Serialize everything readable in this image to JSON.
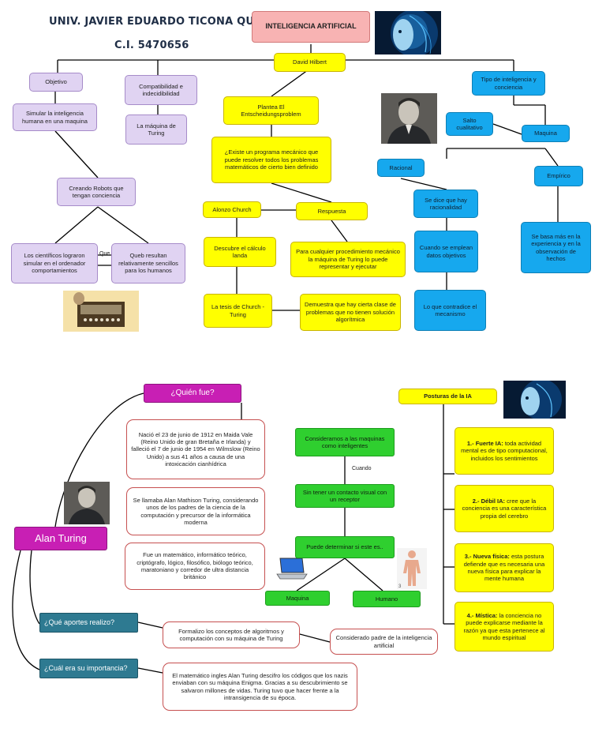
{
  "header": {
    "author": "UNIV. JAVIER EDUARDO TICONA QUISPE",
    "ci": "C.I. 5470656"
  },
  "top": {
    "title": "INTELIGENCIA ARTIFICIAL",
    "hilbert": "David Hilbert",
    "objetivo": "Objetivo",
    "simular": "Simular la inteligencia humana en una maquina",
    "creando": "Creando Robots que tengan conciencia",
    "cientificos": "Los científicos lograron simular en el ordenador comportamientos",
    "que": "Que",
    "queb": "Queb resultan relativamente sencillos para los humanos",
    "compat": "Compatibilidad e indecidibilidad",
    "maquina_turing": "La máquina de Turing",
    "plantea": "Plantea El Entscheidungsproblem",
    "existe": "¿Existe un programa mecánico que puede resolver todos los problemas matemáticos de cierto bien definido",
    "alonzo": "Alonzo Church",
    "respuesta": "Respuesta",
    "descubre": "Descubre el cálculo landa",
    "para_cualquier": "Para cualquier procedimiento mecánico la máquina de Turing lo puede representar y ejecutar",
    "tesis": "La tesis de Church - Turing",
    "demuestra": "Demuestra que hay cierta clase de problemas que no tienen solución algorítmica",
    "tipo": "Tipo de inteligencia y conciencia",
    "salto": "Salto cualitativo",
    "maquina": "Maquina",
    "racional": "Racional",
    "empirico": "Empírico",
    "se_dice": "Se dice que hay racionalidad",
    "cuando_se": "Cuando se emplean datos objetivos",
    "lo_que": "Lo que contradice el mecanismo",
    "se_basa": "Se basa más en la experiencia y en la observación de hechos"
  },
  "bottom": {
    "alan": "Alan Turing",
    "quien": "¿Quién fue?",
    "q_aportes": "¿Qué aportes realizo?",
    "q_importancia": "¿Cuál era su importancia?",
    "nacio": "Nació el 23 de junio de 1912 en Maida Vale (Reino Unido de gran Bretaña e Irlanda) y falleció el 7 de junio de 1954 en Wilmslow (Reino Unido) a sus 41 años a causa de una intoxicación cianhídrica",
    "sellamaba": "Se llamaba Alan Mathison Turing, considerando unos de los padres de la ciencia de la computación y precursor de la informática moderna",
    "fue_un": "Fue un matemático, informático teórico, criptógrafo, lógico, filosófico, biólogo teórico, maratoniano y corredor de ultra distancia británico",
    "formalizo": "Formalizo los conceptos de algoritmos y computación con su máquina de Turing",
    "considerado": "Considerado padre de la inteligencia artificial",
    "matematico": "El matemático ingles Alan Turing descifro los códigos que los nazis enviaban con su máquina Enigma. Gracias a su descubrimiento se salvaron millones de vidas. Turing tuvo que hacer frente a la intransigencia de su época.",
    "consideramos": "Consideramos a las maquinas como inteligentes",
    "cuando": "Cuando",
    "sin_tener": "Sin tener un contacto visual con un receptor",
    "puede": "Puede determinar si este es..",
    "g_maquina": "Maquina",
    "g_humano": "Humano",
    "posturas": "Posturas de la IA",
    "p1_t": "1.- Fuerte IA:",
    "p1": " toda actividad mental es de tipo computacional, incluidos los sentimientos",
    "p2_t": "2.- Débil IA:",
    "p2": " cree que la conciencia es una característica propia del cerebro",
    "p3_t": "3.- Nueva física:",
    "p3": " esta postura defiende que es necesaria una nueva física para explicar la mente humana",
    "p4_t": "4.- Mística:",
    "p4": " la conciencia no puede explicarse mediante la razón ya que esta pertenece al mundo espiritual"
  },
  "colors": {
    "yellow": "#ffff00",
    "blue": "#16a8ee",
    "green": "#2fcf2f",
    "magenta": "#c81fb4",
    "teal": "#2e7a91",
    "lavender": "#e0d3f2"
  },
  "icons": [
    "robot-face-photo",
    "alan-turing-portrait",
    "enigma-machine-photo",
    "laptop-icon",
    "human-body-icon"
  ]
}
